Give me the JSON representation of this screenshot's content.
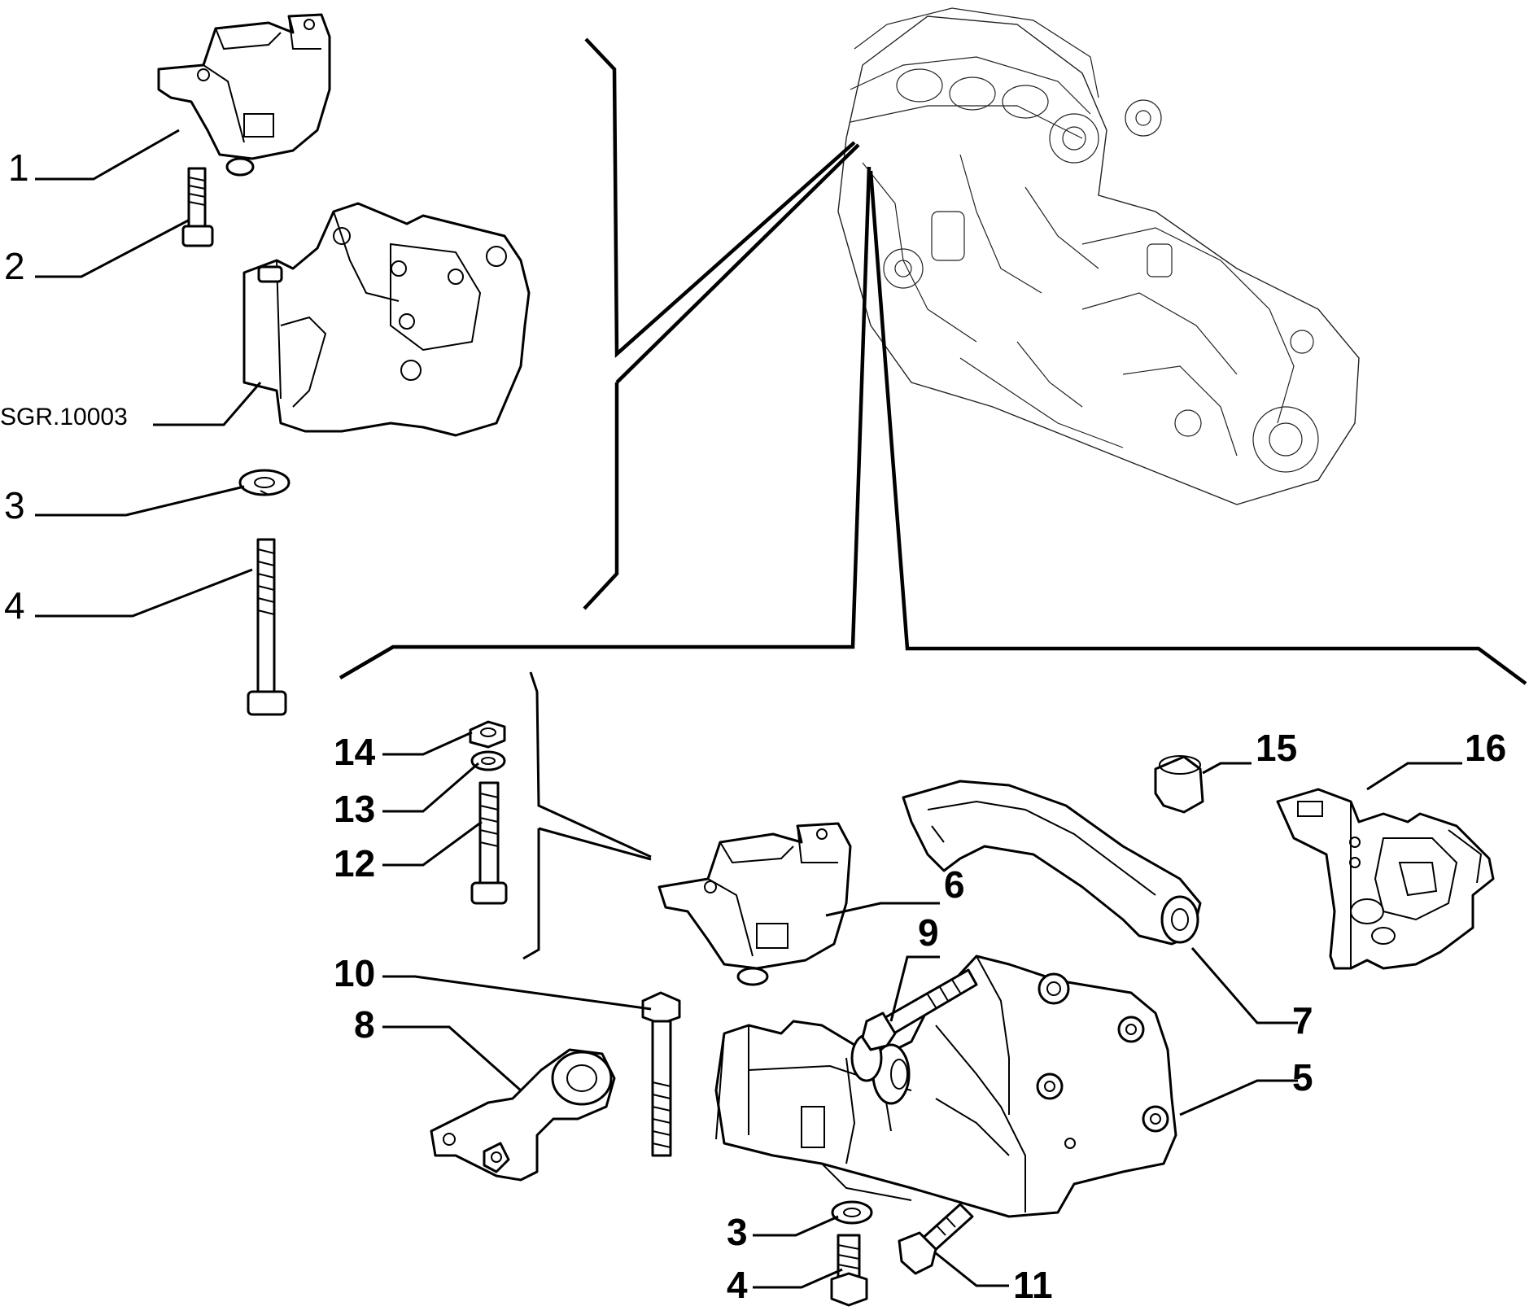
{
  "diagram_code": "SGR.10003",
  "callouts": [
    {
      "id": "c1",
      "text": "1"
    },
    {
      "id": "c2",
      "text": "2"
    },
    {
      "id": "c3a",
      "text": "3"
    },
    {
      "id": "c4a",
      "text": "4"
    },
    {
      "id": "c14",
      "text": "14"
    },
    {
      "id": "c13",
      "text": "13"
    },
    {
      "id": "c12",
      "text": "12"
    },
    {
      "id": "c10",
      "text": "10"
    },
    {
      "id": "c8",
      "text": "8"
    },
    {
      "id": "c6",
      "text": "6"
    },
    {
      "id": "c9",
      "text": "9"
    },
    {
      "id": "c7",
      "text": "7"
    },
    {
      "id": "c5",
      "text": "5"
    },
    {
      "id": "c15",
      "text": "15"
    },
    {
      "id": "c16",
      "text": "16"
    },
    {
      "id": "c3b",
      "text": "3"
    },
    {
      "id": "c4b",
      "text": "4"
    },
    {
      "id": "c11",
      "text": "11"
    }
  ]
}
